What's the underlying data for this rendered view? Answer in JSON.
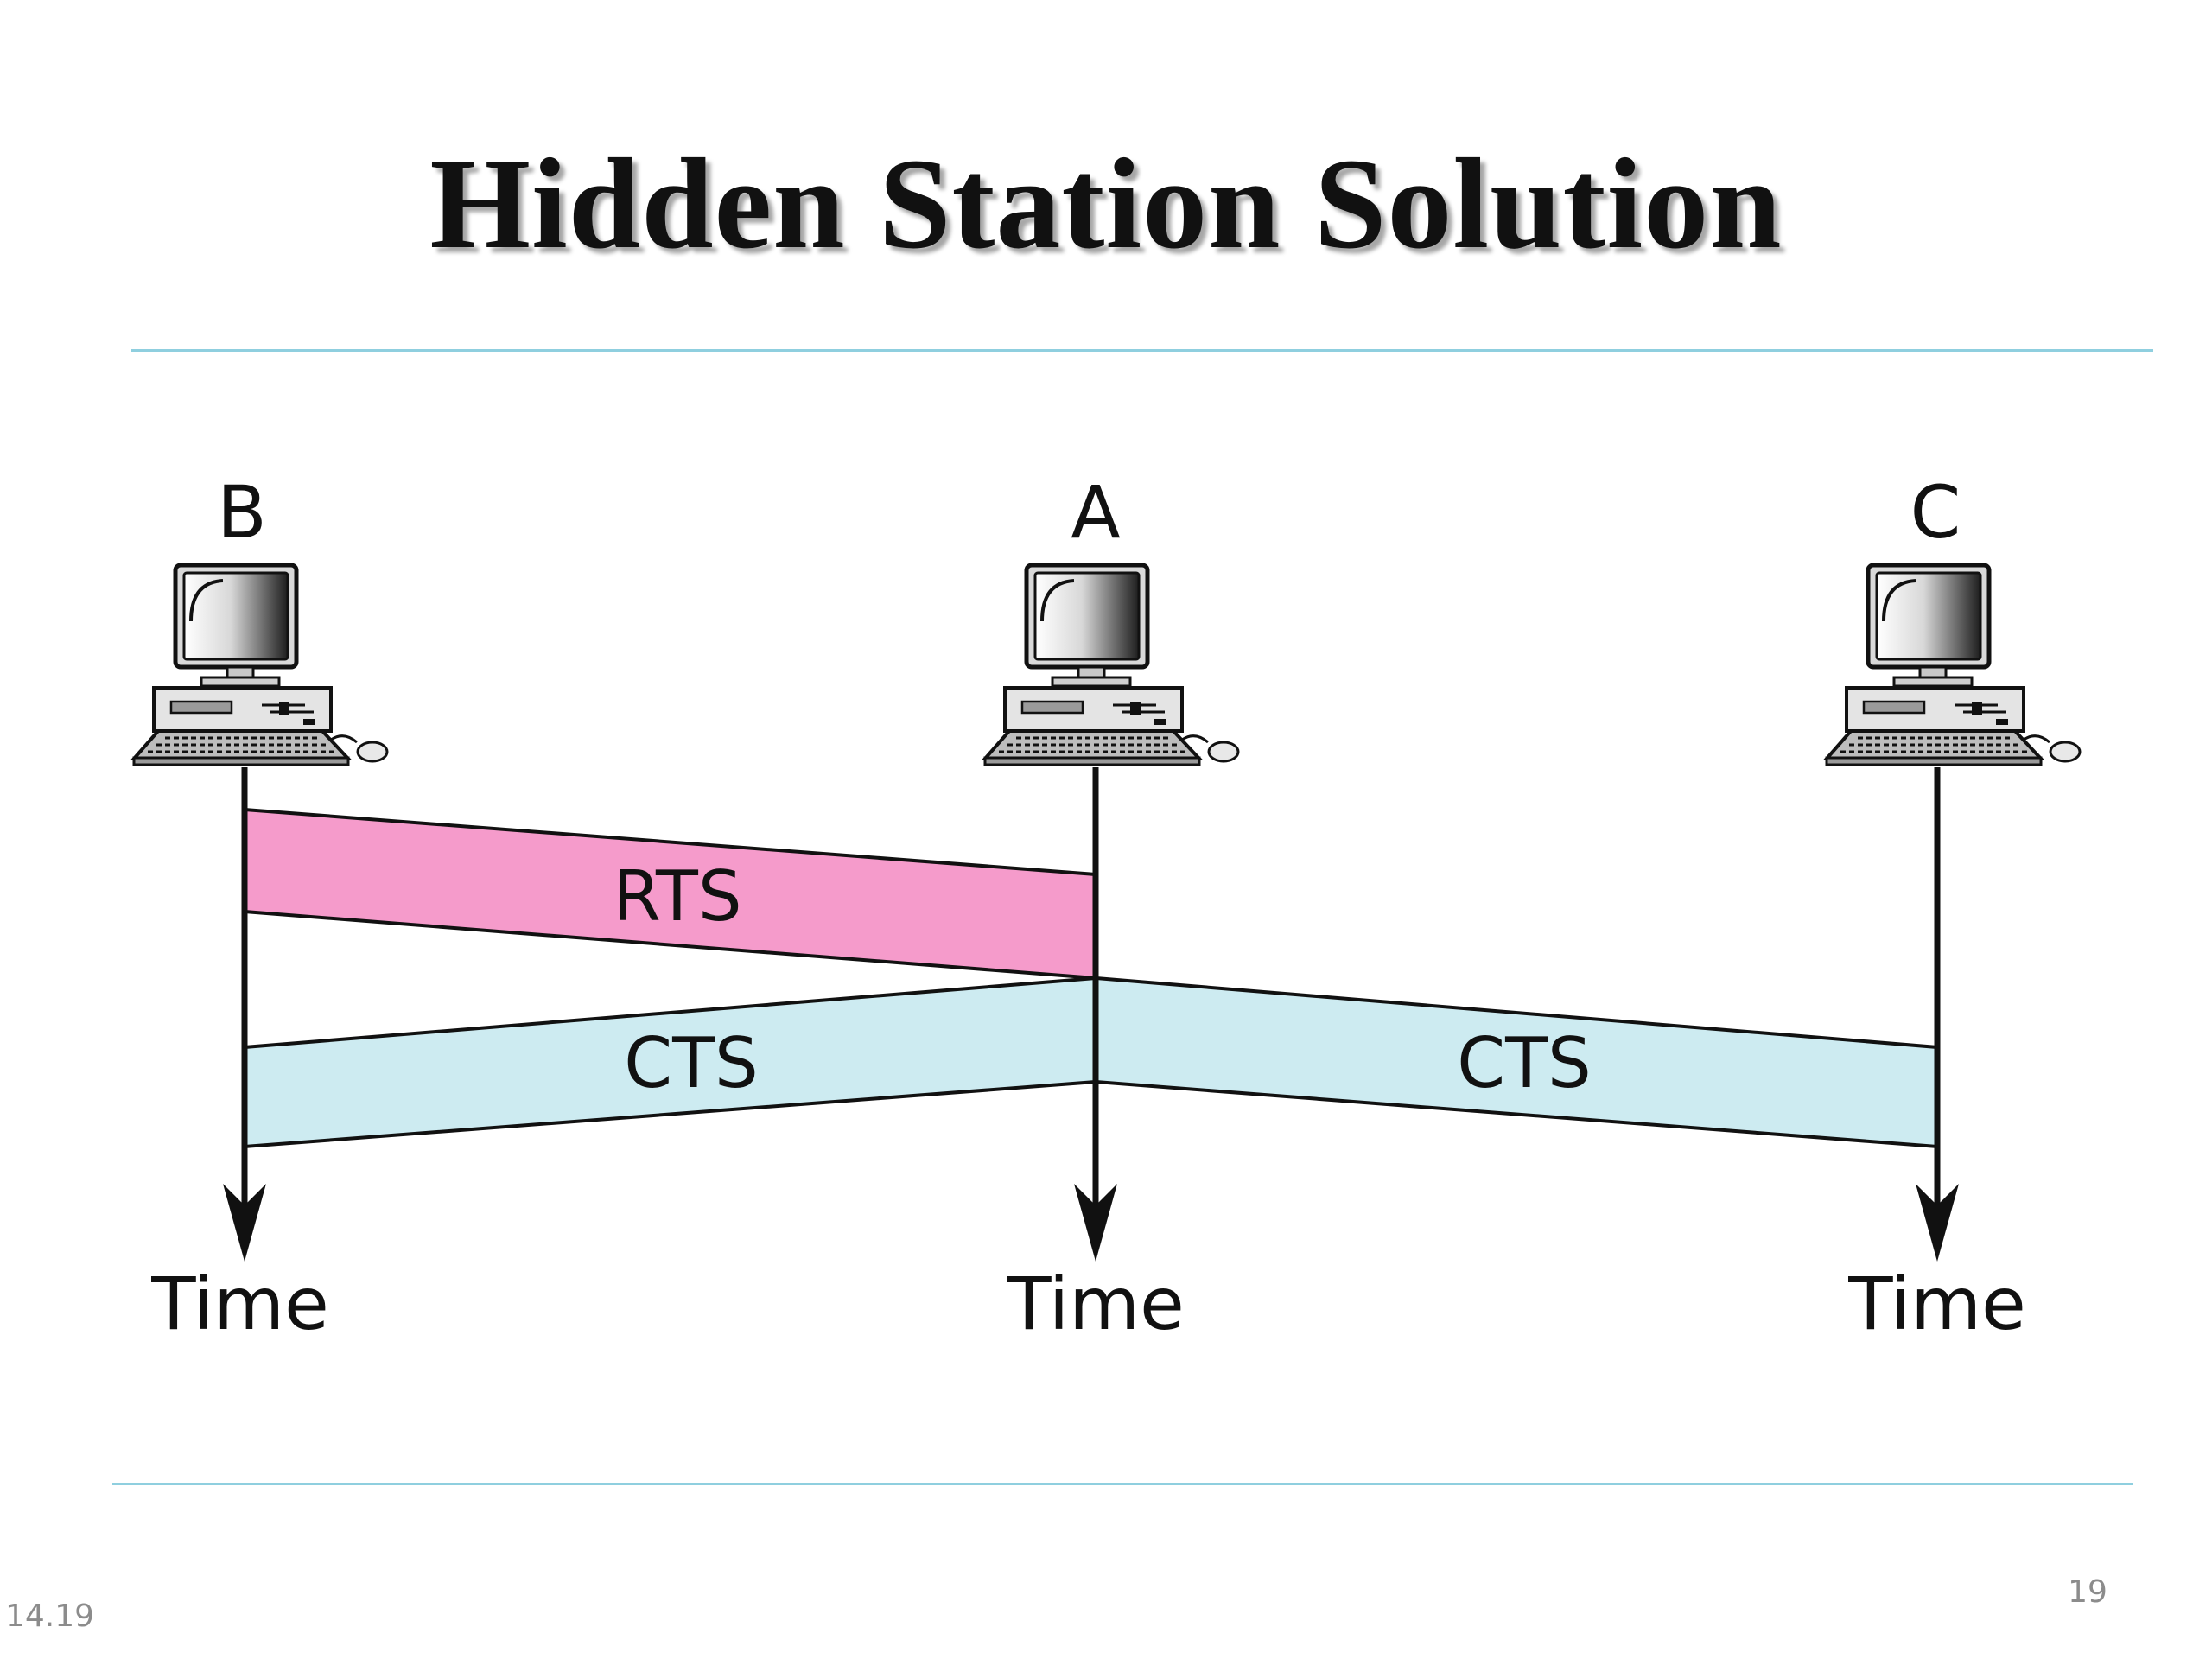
{
  "slide": {
    "title": "Hidden Station Solution",
    "section_number": "14.19",
    "page_number": "19"
  },
  "diagram": {
    "stations": [
      {
        "id": "B",
        "label": "B",
        "time_label": "Time"
      },
      {
        "id": "A",
        "label": "A",
        "time_label": "Time"
      },
      {
        "id": "C",
        "label": "C",
        "time_label": "Time"
      }
    ],
    "frames": [
      {
        "label": "RTS",
        "from": "B",
        "to": "A",
        "color": "#f59bcb"
      },
      {
        "label": "CTS",
        "from": "A",
        "to": "B",
        "color": "#cdebf1"
      },
      {
        "label": "CTS",
        "from": "A",
        "to": "C",
        "color": "#cdebf1"
      }
    ],
    "colors": {
      "rts": "#f59bcb",
      "cts": "#cdebf1",
      "rule": "#8fcfdf",
      "line": "#111111"
    },
    "icons": [
      "computer-icon"
    ]
  }
}
